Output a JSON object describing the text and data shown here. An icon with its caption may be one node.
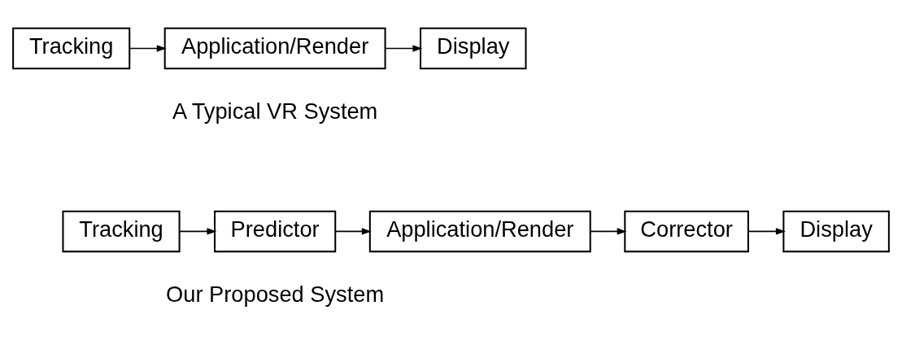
{
  "diagram": {
    "nodes": [
      {
        "text": [
          "Tracking"
        ]
      },
      {
        "text": [
          "Application/Render"
        ]
      },
      {
        "text": [
          "Display"
        ]
      },
      {
        "text": [
          "Tracking"
        ]
      },
      {
        "text": [
          "Predictor"
        ]
      },
      {
        "text": [
          "Application/Render"
        ]
      },
      {
        "text": [
          "Corrector"
        ]
      },
      {
        "text": [
          "Display"
        ]
      }
    ],
    "edges": [
      {
        "from": 0,
        "to": 1,
        "arrow": "to"
      },
      {
        "from": 1,
        "to": 2,
        "arrow": "to"
      },
      {
        "from": 3,
        "to": 4,
        "arrow": "to"
      },
      {
        "from": 4,
        "to": 5,
        "arrow": "to"
      },
      {
        "from": 5,
        "to": 6,
        "arrow": "to"
      },
      {
        "from": 6,
        "to": 7,
        "arrow": "to"
      }
    ],
    "labels": [
      "A Typical VR System",
      "Our Proposed System"
    ]
  }
}
